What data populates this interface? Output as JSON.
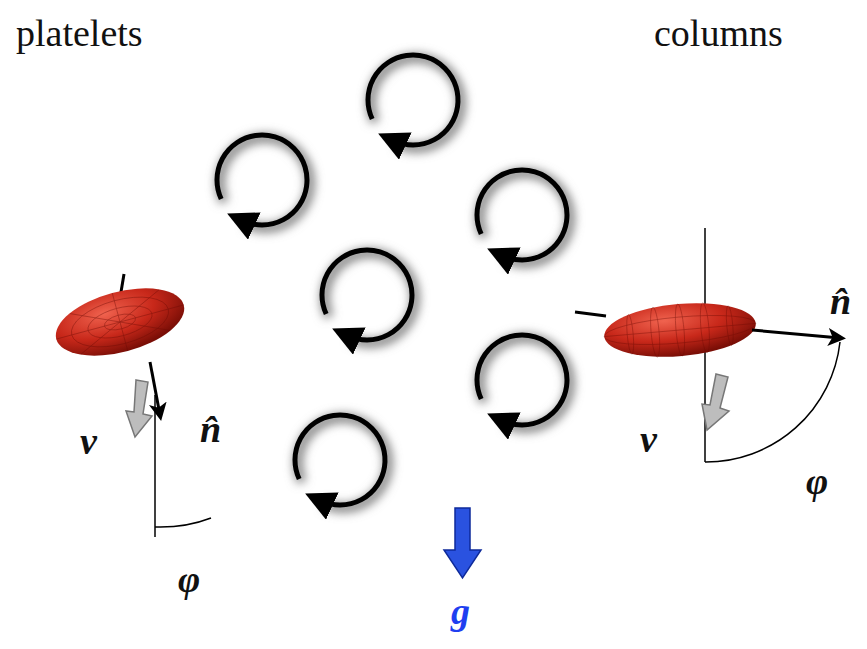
{
  "diagram": {
    "labels": [
      "platelets",
      "columns",
      "v",
      "n̂",
      "φ",
      "v",
      "n̂",
      "φ",
      "g"
    ]
  }
}
